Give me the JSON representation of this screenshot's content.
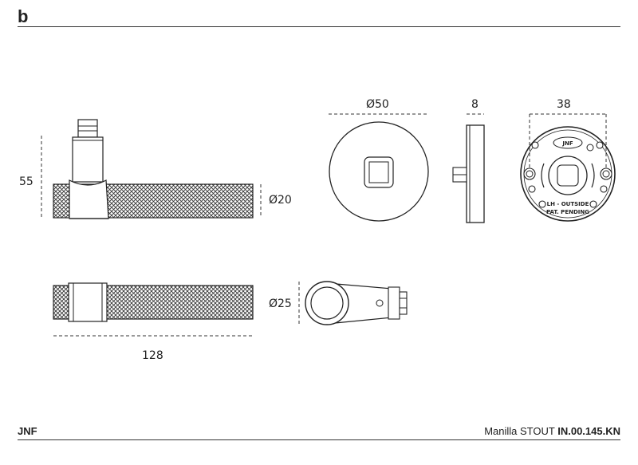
{
  "header": {
    "logo_text": "b"
  },
  "footer": {
    "brand": "JNF",
    "product_prefix": "Manilla STOUT",
    "product_code": "IN.00.145.KN"
  },
  "dimensions": {
    "height": "55",
    "lever_dia": "Ø20",
    "rose_dia": "Ø50",
    "rose_thickness": "8",
    "hole_spacing": "38",
    "collar_dia": "Ø25",
    "lever_length": "128"
  },
  "rosette_back": {
    "logo_text": "JNF",
    "line1": "LH - OUTSIDE",
    "line2": "PAT. PENDING"
  }
}
